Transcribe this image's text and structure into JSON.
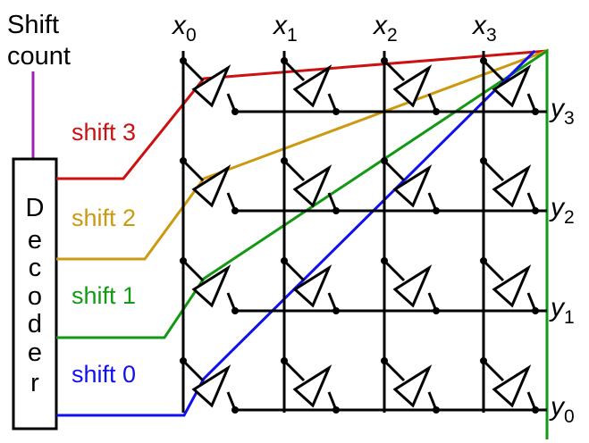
{
  "header": {
    "line1": "Shift",
    "line2": "count"
  },
  "decoder": {
    "letters": [
      "D",
      "e",
      "c",
      "o",
      "d",
      "e",
      "r"
    ]
  },
  "shift_lines": [
    {
      "label": "shift 3",
      "amount": 3,
      "color": "#cc1111"
    },
    {
      "label": "shift 2",
      "amount": 2,
      "color": "#cc9910"
    },
    {
      "label": "shift 1",
      "amount": 1,
      "color": "#139913"
    },
    {
      "label": "shift 0",
      "amount": 0,
      "color": "#1111ee"
    }
  ],
  "inputs": [
    {
      "base": "x",
      "sub": "0"
    },
    {
      "base": "x",
      "sub": "1"
    },
    {
      "base": "x",
      "sub": "2"
    },
    {
      "base": "x",
      "sub": "3"
    }
  ],
  "outputs": [
    {
      "base": "y",
      "sub": "3"
    },
    {
      "base": "y",
      "sub": "2"
    },
    {
      "base": "y",
      "sub": "1"
    },
    {
      "base": "y",
      "sub": "0"
    }
  ],
  "colors": {
    "wire": "#000000",
    "count_wire": "#9b22b5"
  }
}
